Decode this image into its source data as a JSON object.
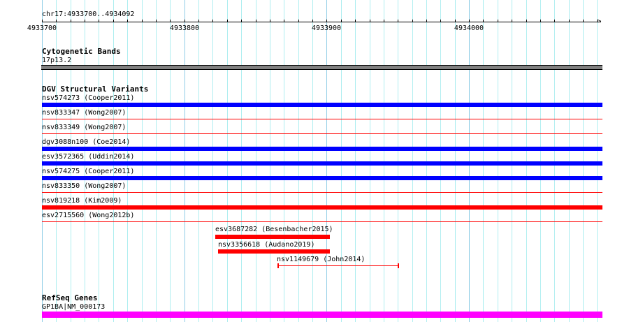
{
  "ruler": {
    "region": "chr17:4933700..4934092",
    "ticks": [
      "4933700",
      "4933800",
      "4933900",
      "4934000"
    ]
  },
  "cytoband": {
    "title": "Cytogenetic Bands",
    "label": "17p13.2"
  },
  "dgv": {
    "title": "DGV Structural Variants",
    "rows": [
      {
        "label": "nsv574273 (Cooper2011)",
        "color": "#0000ff",
        "style": "thick"
      },
      {
        "label": "nsv833347 (Wong2007)",
        "color": "#ff0000",
        "style": "thin"
      },
      {
        "label": "nsv833349 (Wong2007)",
        "color": "#ff0000",
        "style": "thin"
      },
      {
        "label": "dgv3088n100 (Coe2014)",
        "color": "#0000ff",
        "style": "thick"
      },
      {
        "label": "esv3572365 (Uddin2014)",
        "color": "#0000ff",
        "style": "thick"
      },
      {
        "label": "nsv574275 (Cooper2011)",
        "color": "#0000ff",
        "style": "thick"
      },
      {
        "label": "nsv833350 (Wong2007)",
        "color": "#ff0000",
        "style": "thin"
      },
      {
        "label": "nsv819218 (Kim2009)",
        "color": "#ff0000",
        "style": "thick"
      },
      {
        "label": "esv2715560 (Wong2012b)",
        "color": "#ff0000",
        "style": "thin"
      }
    ],
    "partial": [
      {
        "label": "esv3687282 (Besenbacher2015)"
      },
      {
        "label": "nsv3356618 (Audano2019)"
      },
      {
        "label": "nsv1149679 (John2014)"
      }
    ]
  },
  "refseq": {
    "title": "RefSeq Genes",
    "label": "GP1BA|NM_000173",
    "color": "#ff00ff"
  }
}
